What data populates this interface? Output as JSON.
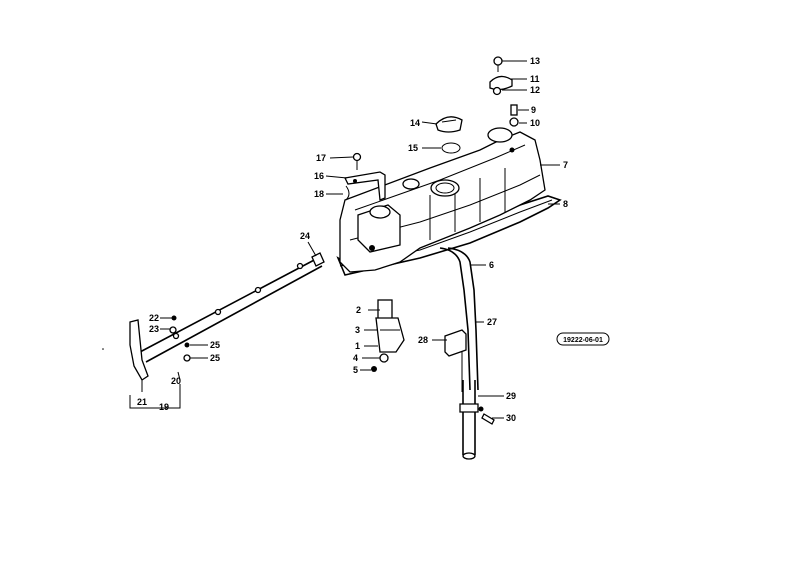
{
  "diagram": {
    "callouts": {
      "c1": "1",
      "c2": "2",
      "c3": "3",
      "c4": "4",
      "c5": "5",
      "c6": "6",
      "c7": "7",
      "c8": "8",
      "c9": "9",
      "c10": "10",
      "c11": "11",
      "c12": "12",
      "c13": "13",
      "c14": "14",
      "c15": "15",
      "c16": "16",
      "c17": "17",
      "c18": "18",
      "c19": "19",
      "c20": "20",
      "c21": "21",
      "c22": "22",
      "c23": "23",
      "c24": "24",
      "c25a": "25",
      "c25b": "25",
      "c27": "27",
      "c28": "28",
      "c29": "29",
      "c30": "30"
    },
    "reference_code": "19222-06-01"
  }
}
